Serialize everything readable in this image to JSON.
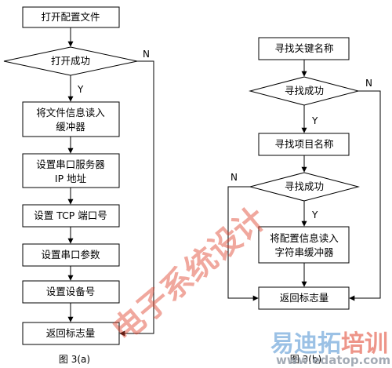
{
  "diagram_a": {
    "caption": "图 3(a)",
    "open_file": "打开配置文件",
    "open_success": "打开成功",
    "yes_label": "Y",
    "no_label": "N",
    "read_file_line1": "将文件信息读入",
    "read_file_line2": "缓冲器",
    "set_server_line1": "设置串口服务器",
    "set_server_line2": "IP 地址",
    "set_tcp_port": "设置 TCP 端口号",
    "set_serial_params": "设置串口参数",
    "set_device_no": "设置设备号",
    "return_flag": "返回标志量"
  },
  "diagram_b": {
    "caption": "图 3(b)",
    "find_key": "寻找关键名称",
    "find_success_1": "寻找成功",
    "yes_label_1": "Y",
    "no_label_1": "N",
    "find_item": "寻找项目名称",
    "find_success_2": "寻找成功",
    "yes_label_2": "Y",
    "no_label_2": "N",
    "read_config_line1": "将配置信息读入",
    "read_config_line2": "字符串缓冲器",
    "return_flag": "返回标志量"
  },
  "watermark": {
    "main_text": "电子系统设计",
    "brand_part1": "易迪拓",
    "brand_part2": "培训",
    "url": "www.edatop.com",
    "brand_color_1": "#4a8fd0",
    "brand_color_2": "#e0402a"
  }
}
